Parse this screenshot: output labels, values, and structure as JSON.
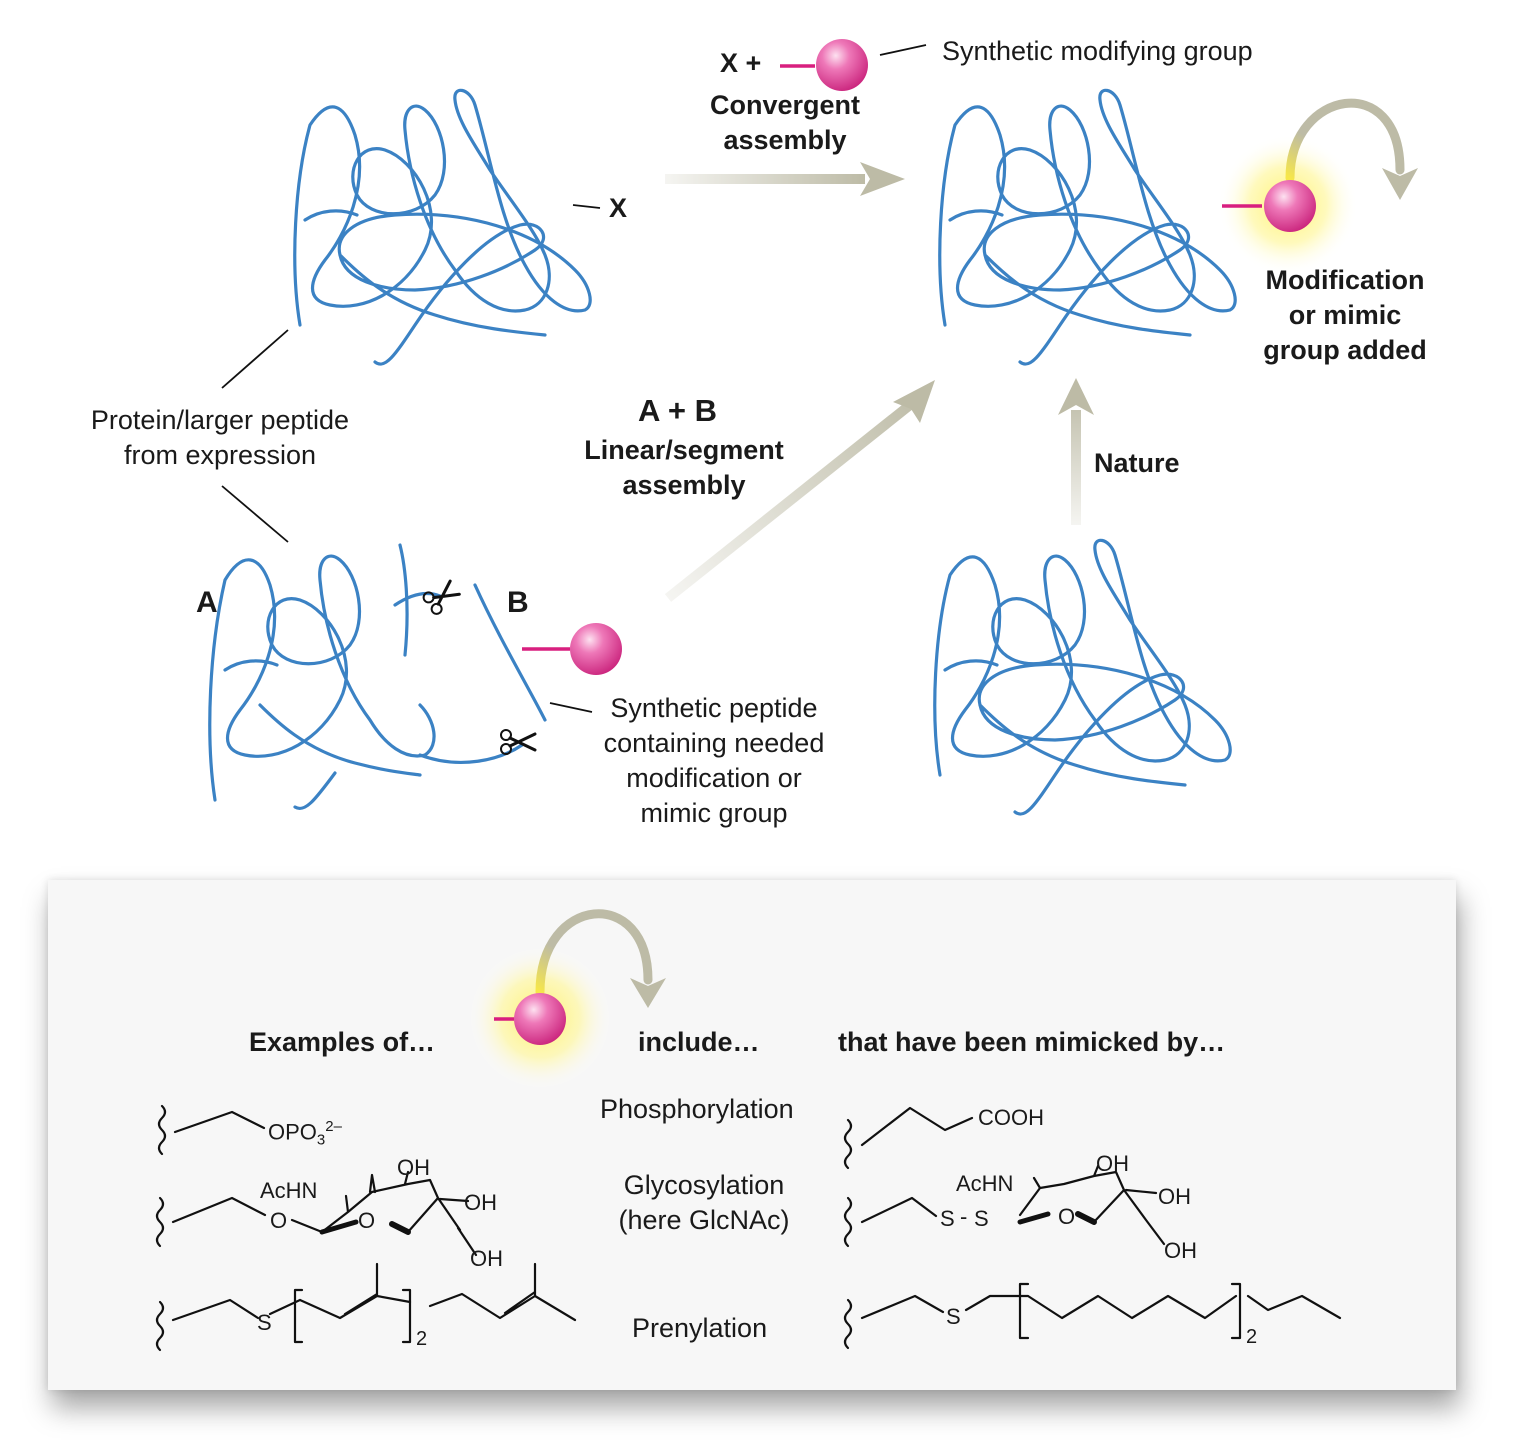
{
  "labels": {
    "x_plus": "X +",
    "synthetic_modifying_group": "Synthetic modifying group",
    "convergent_assembly": [
      "Convergent",
      "assembly"
    ],
    "x_marker": "X",
    "modification_added": [
      "Modification",
      "or mimic",
      "group added"
    ],
    "protein_from_expression": [
      "Protein/larger peptide",
      "from expression"
    ],
    "a_plus_b": "A + B",
    "linear_segment_assembly": [
      "Linear/segment",
      "assembly"
    ],
    "nature": "Nature",
    "fragment_a": "A",
    "fragment_b": "B",
    "synthetic_peptide": [
      "Synthetic peptide",
      "containing needed",
      "modification or",
      "mimic group"
    ]
  },
  "panel": {
    "header_examples": "Examples of…",
    "header_include": "include…",
    "header_mimicked": "that have been mimicked by…",
    "rows": [
      {
        "name": "Phosphorylation",
        "native_groups": [
          "OPO",
          "3",
          "2–"
        ],
        "mimic_groups": [
          "COOH"
        ]
      },
      {
        "name": [
          "Glycosylation",
          "(here GlcNAc)"
        ],
        "native_groups": [
          "AcHN",
          "OH",
          "OH",
          "OH",
          "O",
          "O"
        ],
        "mimic_groups": [
          "AcHN",
          "OH",
          "OH",
          "OH",
          "O",
          "S",
          "S"
        ]
      },
      {
        "name": "Prenylation",
        "native_groups": [
          "S",
          "2"
        ],
        "mimic_groups": [
          "S",
          "2"
        ]
      }
    ]
  },
  "colors": {
    "protein_strand": "#3b82c4",
    "arrow": "#bdbba6",
    "bead": "#e0419a",
    "linker": "#d81f7f",
    "glow": "#fff27a",
    "text": "#1a1a1a"
  }
}
